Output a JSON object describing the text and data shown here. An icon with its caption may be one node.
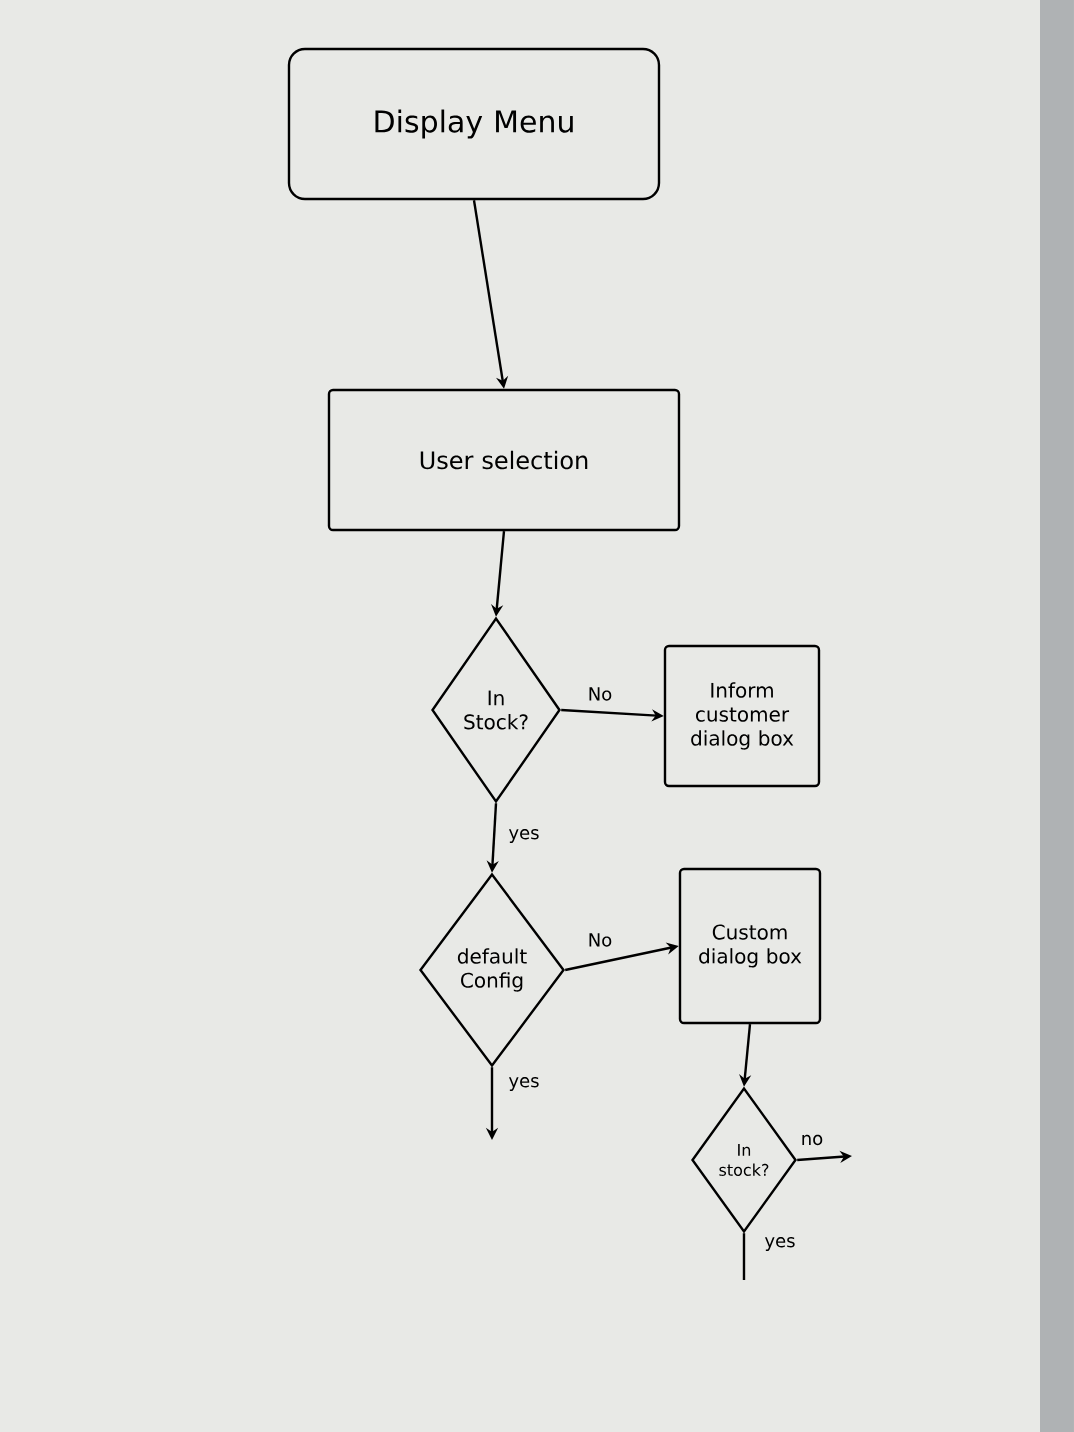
{
  "diagram": {
    "nodes": [
      {
        "text": [
          "Display Menu"
        ]
      },
      {
        "text": [
          "User selection"
        ]
      },
      {
        "text": [
          "In Stock?"
        ]
      },
      {
        "text": [
          "Inform customer dialog box"
        ]
      },
      {
        "text": [
          "default Config"
        ]
      },
      {
        "text": [
          "Custom dialog box"
        ]
      },
      {
        "text": [
          "In stock?"
        ]
      }
    ],
    "edges": [
      {
        "from": 0,
        "to": 1,
        "arrow": "to"
      },
      {
        "from": 1,
        "to": 2,
        "arrow": "to"
      },
      {
        "from": 2,
        "to": 3,
        "arrow": "to",
        "label": "No"
      },
      {
        "from": 2,
        "to": 4,
        "arrow": "to",
        "label": "yes"
      },
      {
        "from": 4,
        "to": 5,
        "arrow": "to",
        "label": "No"
      },
      {
        "from": 4,
        "to": null,
        "arrow": "to",
        "label": "yes"
      },
      {
        "from": 5,
        "to": 6,
        "arrow": "to"
      },
      {
        "from": 6,
        "to": null,
        "arrow": "to",
        "label": "no"
      },
      {
        "from": 6,
        "to": null,
        "arrow": "none",
        "label": "yes"
      }
    ]
  }
}
